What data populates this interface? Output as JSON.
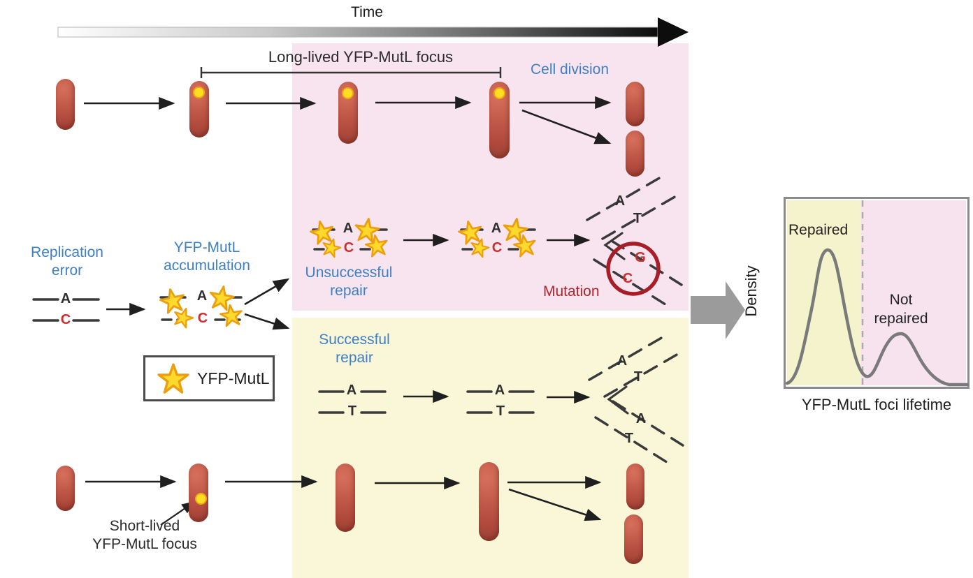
{
  "timeline": {
    "label": "Time"
  },
  "top_lineage": {
    "bracket_label": "Long-lived YFP-MutL focus",
    "cell_division_label": "Cell division"
  },
  "pathway": {
    "replication_error": {
      "line1": "Replication",
      "line2": "error"
    },
    "accumulation": {
      "line1": "YFP-MutL",
      "line2": "accumulation"
    },
    "unsuccessful": {
      "line1": "Unsuccessful",
      "line2": "repair"
    },
    "successful": {
      "line1": "Successful",
      "line2": "repair"
    },
    "mutation_label": "Mutation"
  },
  "bases": {
    "mismatch_top": "A",
    "mismatch_bottom": "C",
    "repaired_top": "A",
    "repaired_bottom": "T",
    "mutated_top": "G",
    "mutated_bottom": "C"
  },
  "legend": {
    "label": "YFP-MutL"
  },
  "bottom_lineage": {
    "short_lived_line1": "Short-lived",
    "short_lived_line2": "YFP-MutL focus"
  },
  "density_plot": {
    "ylabel": "Density",
    "xlabel": "YFP-MutL foci lifetime",
    "left_region_label": "Repaired",
    "right_region_line1": "Not",
    "right_region_line2": "repaired"
  },
  "colors": {
    "pink_region": "#F8E4EE",
    "yellow_region": "#FAF7D8",
    "plot_yellow": "#F5F3CB",
    "plot_pink": "#F6E3EE",
    "accent_blue": "#3F7FC4",
    "error_red": "#C9302F",
    "mutation_red": "#B2252E",
    "cell_body": "#B85042",
    "focus_yellow": "#FFDE21",
    "star_gold": "#FFD92B",
    "star_outline": "#ED9E0F",
    "curve_gray": "#7A7A7A"
  },
  "chart_data": {
    "type": "line",
    "title": "",
    "xlabel": "YFP-MutL foci lifetime",
    "ylabel": "Density",
    "x": [
      0,
      0.06,
      0.12,
      0.17,
      0.22,
      0.27,
      0.33,
      0.38,
      0.43,
      0.5,
      0.56,
      0.62,
      0.68,
      0.75,
      0.85,
      1.0
    ],
    "y": [
      0.02,
      0.07,
      0.32,
      0.78,
      1.0,
      0.76,
      0.3,
      0.08,
      0.04,
      0.14,
      0.32,
      0.38,
      0.3,
      0.11,
      0.03,
      0.02
    ],
    "regions": [
      {
        "label": "Repaired",
        "x_range": [
          0,
          0.43
        ],
        "color": "#F5F3CB"
      },
      {
        "label": "Not repaired",
        "x_range": [
          0.43,
          1.0
        ],
        "color": "#F6E3EE"
      }
    ],
    "threshold_x": 0.43,
    "grid": false,
    "axis_tick_labels": false,
    "legend_position": "none"
  }
}
